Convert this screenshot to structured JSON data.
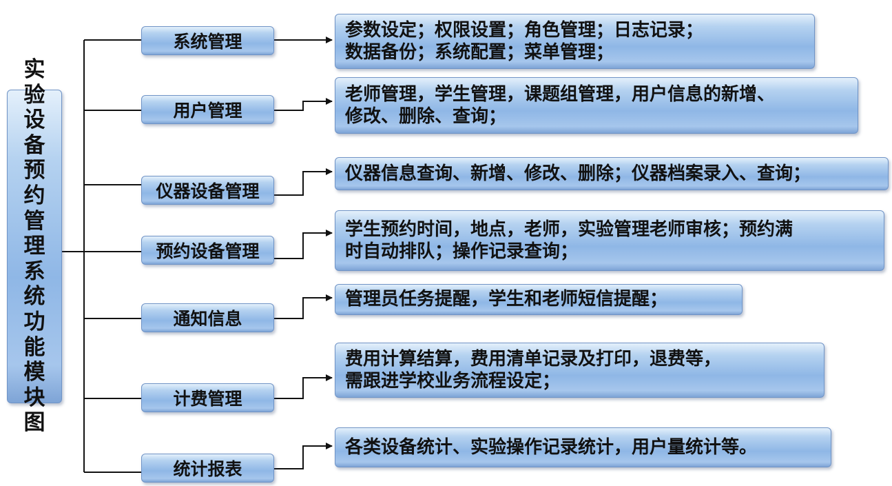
{
  "root": {
    "label": "实验设备预约管理系统功能模块图"
  },
  "modules": [
    {
      "name": "系统管理",
      "description": "参数设定；权限设置；角色管理；日志记录；\n数据备份；系统配置；菜单管理；"
    },
    {
      "name": "用户管理",
      "description": "老师管理，学生管理，课题组管理，用户信息的新增、\n修改、删除、查询；"
    },
    {
      "name": "仪器设备管理",
      "description": "仪器信息查询、新增、修改、删除；仪器档案录入、查询；"
    },
    {
      "name": "预约设备管理",
      "description": "学生预约时间，地点，老师，实验管理老师审核；预约满\n时自动排队；操作记录查询；"
    },
    {
      "name": "通知信息",
      "description": "管理员任务提醒，学生和老师短信提醒；"
    },
    {
      "name": "计费管理",
      "description": "费用计算结算，费用清单记录及打印，退费等，\n需跟进学校业务流程设定；"
    },
    {
      "name": "统计报表",
      "description": "各类设备统计、实验操作记录统计，用户量统计等。"
    }
  ]
}
